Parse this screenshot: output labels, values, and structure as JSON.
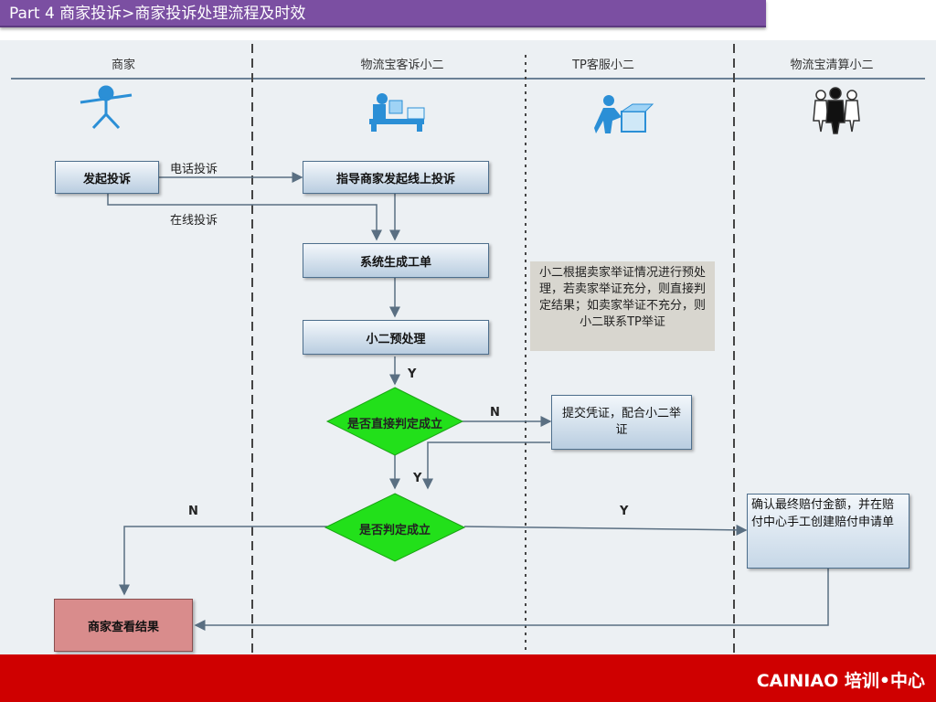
{
  "header": {
    "title": "Part  4    商家投诉>商家投诉处理流程及时效"
  },
  "lanes": [
    "商家",
    "物流宝客诉小二",
    "TP客服小二",
    "物流宝清算小二"
  ],
  "nodes": {
    "start": "发起投诉",
    "guide": "指导商家发起线上投诉",
    "ticket": "系统生成工单",
    "pre": "小二预处理",
    "d1": "是否直接判定成立",
    "d2": "是否判定成立",
    "evidence": "提交凭证，配合小二举证",
    "confirm": "确认最终赔付金额，并在赔付中心手工创建赔付申请单",
    "result": "商家查看结果"
  },
  "note": "小二根据卖家举证情况进行预处理，若卖家举证充分，则直接判定结果；如卖家举证不充分，则小二联系TP举证",
  "edge_labels": {
    "phone": "电话投诉",
    "online": "在线投诉",
    "y1": "Y",
    "n1": "N",
    "y2": "Y",
    "n2": "N",
    "y3": "Y"
  },
  "footer": {
    "brand": "CAINIAO  培训•中心"
  },
  "colors": {
    "title_bg": "#7b4fa2",
    "footer_bg": "#cf0000",
    "diamond": "#22e01a",
    "result_box": "#d98c8c"
  }
}
